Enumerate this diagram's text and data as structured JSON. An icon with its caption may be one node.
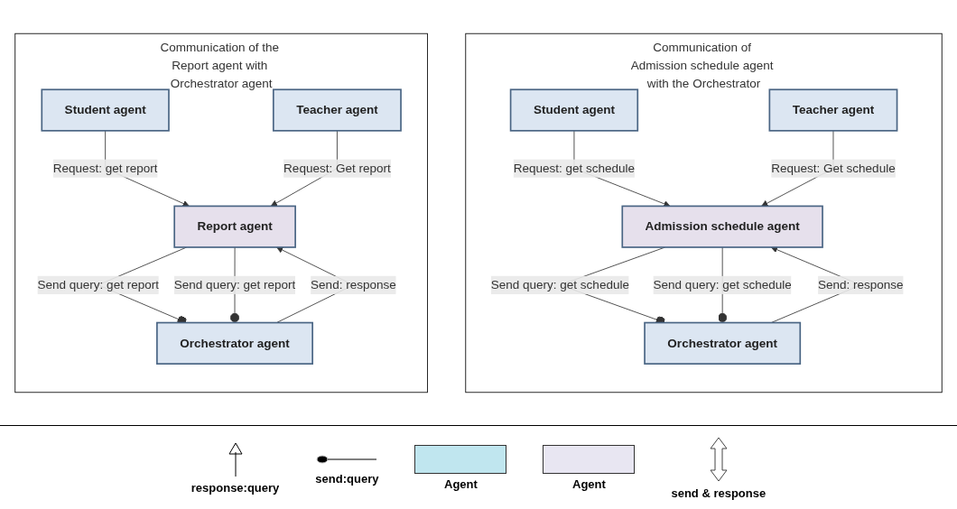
{
  "diagram": {
    "nodes": [
      {
        "text": [
          "Communication of the Report agent with Orchestrator agent"
        ]
      },
      {
        "text": [
          "Student agent"
        ],
        "in": 0
      },
      {
        "text": [
          "Teacher agent"
        ],
        "in": 0
      },
      {
        "text": [
          "Report agent"
        ],
        "in": 0
      },
      {
        "text": [
          "Orchestrator agent"
        ],
        "in": 0
      },
      {
        "text": [
          "Communication of Admission schedule agent with the Orchestrator"
        ]
      },
      {
        "text": [
          "Student agent"
        ],
        "in": 5
      },
      {
        "text": [
          "Teacher agent"
        ],
        "in": 5
      },
      {
        "text": [
          "Admission schedule agent"
        ],
        "in": 5
      },
      {
        "text": [
          "Orchestrator agent"
        ],
        "in": 5
      }
    ],
    "edges": [
      {
        "from": 1,
        "to": 3,
        "arrow": "to",
        "label": "Request: get report"
      },
      {
        "from": 2,
        "to": 3,
        "arrow": "to",
        "label": "Request: Get report"
      },
      {
        "from": 3,
        "to": 4,
        "arrow": "other",
        "label": "Send query: get report"
      },
      {
        "from": 4,
        "to": 3,
        "arrow": "to",
        "label": "Send: response"
      },
      {
        "from": 3,
        "to": 4,
        "arrow": "other",
        "label": "Send query: get report"
      },
      {
        "from": 6,
        "to": 8,
        "arrow": "to",
        "label": "Request: get schedule"
      },
      {
        "from": 7,
        "to": 8,
        "arrow": "to",
        "label": "Request: Get schedule"
      },
      {
        "from": 8,
        "to": 9,
        "arrow": "other",
        "label": "Send query: get schedule"
      },
      {
        "from": 9,
        "to": 8,
        "arrow": "to",
        "label": "Send: response"
      },
      {
        "from": 8,
        "to": 9,
        "arrow": "other",
        "label": "Send query: get schedule"
      }
    ],
    "legend": [
      {
        "text": "response:query"
      },
      {
        "text": "send:query"
      },
      {
        "text": "Agent",
        "color": "#c0e6ef"
      },
      {
        "text": "Agent",
        "color": "#e8e6f2"
      },
      {
        "text": "send & response"
      }
    ]
  }
}
